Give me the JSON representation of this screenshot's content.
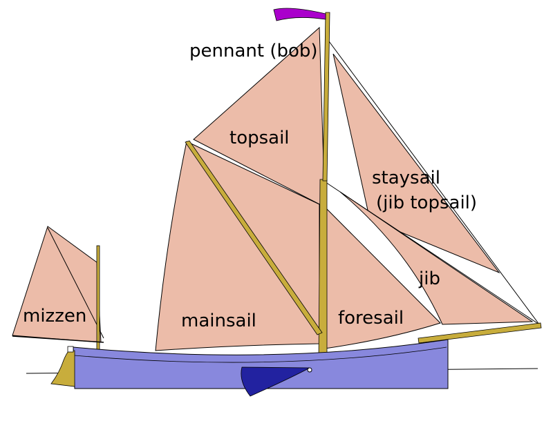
{
  "colors": {
    "sail": "#ecbca9",
    "hull": "#8888dd",
    "keel": "#2222a0",
    "spar": "#c8ad3c",
    "pennant": "#aa00cc",
    "outline": "#000000",
    "background": "#ffffff"
  },
  "labels": {
    "pennant": "pennant (bob)",
    "topsail": "topsail",
    "staysail_line1": "staysail",
    "staysail_line2": "(jib topsail)",
    "jib": "jib",
    "mizzen": "mizzen",
    "mainsail": "mainsail",
    "foresail": "foresail"
  }
}
